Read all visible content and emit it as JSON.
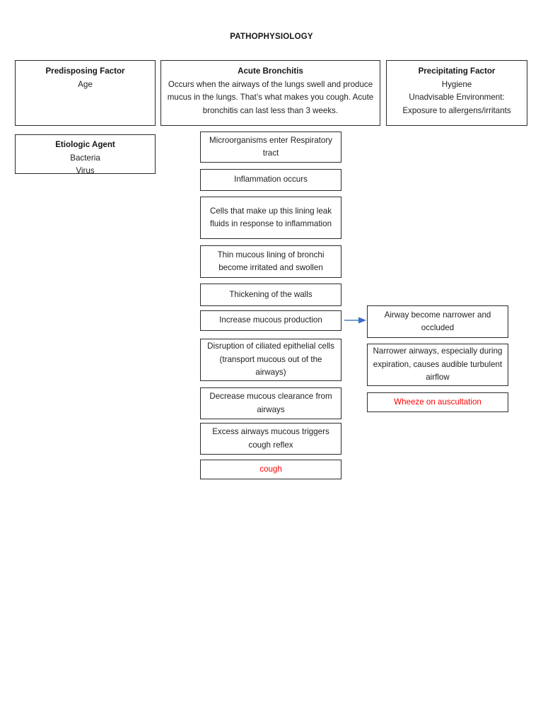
{
  "document": {
    "title": "PATHOPHYSIOLOGY"
  },
  "colors": {
    "box_border": "#2b2b2b",
    "text": "#1f1f1f",
    "accent_red": "#ff0000",
    "arrow_blue": "#4a7ebb"
  },
  "top_row": {
    "predisposing_factor": {
      "title": "Predisposing Factor",
      "lines": [
        "Age"
      ]
    },
    "acute_bronchitis": {
      "title": "Acute Bronchitis",
      "body": "Occurs when the airways of the lungs swell and produce mucus in the lungs. That’s what makes you cough. Acute bronchitis can last less than 3 weeks."
    },
    "precipitating_factor": {
      "title": "Precipitating Factor",
      "lines": [
        "Hygiene",
        "Unadvisable Environment:",
        "Exposure to allergens/irritants"
      ]
    },
    "etiologic_agent": {
      "title": "Etiologic Agent",
      "lines": [
        "Bacteria",
        "Virus"
      ]
    }
  },
  "center_flow": [
    {
      "id": "c1",
      "text": "Microorganisms enter Respiratory tract",
      "red": false
    },
    {
      "id": "c2",
      "text": "Inflammation occurs",
      "red": false
    },
    {
      "id": "c3",
      "text": "Cells that make up this lining leak fluids in response to inflammation",
      "red": false
    },
    {
      "id": "c4",
      "text": "Thin mucous lining of bronchi become irritated and swollen",
      "red": false
    },
    {
      "id": "c5",
      "text": "Thickening of the walls",
      "red": false
    },
    {
      "id": "c6",
      "text": "Increase mucous production",
      "red": false
    },
    {
      "id": "c7",
      "text": "Disruption of ciliated epithelial cells (transport mucous out of the airways)",
      "red": false
    },
    {
      "id": "c8",
      "text": "Decrease mucous clearance from airways",
      "red": false
    },
    {
      "id": "c9",
      "text": "Excess airways mucous triggers cough reflex",
      "red": false
    },
    {
      "id": "c10",
      "text": "cough",
      "red": true
    }
  ],
  "right_flow": [
    {
      "id": "r1",
      "text": "Airway become narrower and occluded",
      "red": false
    },
    {
      "id": "r2",
      "text": "Narrower airways, especially during expiration, causes audible turbulent airflow",
      "red": false
    },
    {
      "id": "r3",
      "text": "Wheeze on auscultation",
      "red": true
    }
  ],
  "connectors": [
    {
      "id": "arrow-c6-r1",
      "from": "c6",
      "to": "r1",
      "direction": "right",
      "color": "#4a7ebb"
    }
  ]
}
